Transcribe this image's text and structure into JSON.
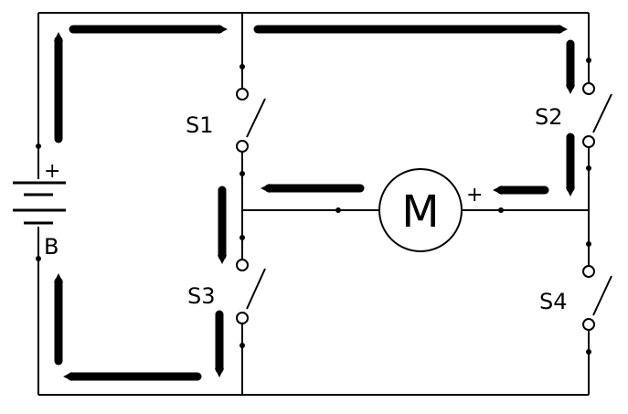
{
  "labels": {
    "s1": "S1",
    "s2": "S2",
    "s3": "S3",
    "s4": "S4",
    "battery_plus": "+",
    "battery": "B",
    "motor_plus": "+",
    "motor": "M"
  },
  "colors": {
    "wire": "#000000",
    "arrow": "#000000",
    "background": "#ffffff",
    "node_fill": "#ffffff"
  }
}
